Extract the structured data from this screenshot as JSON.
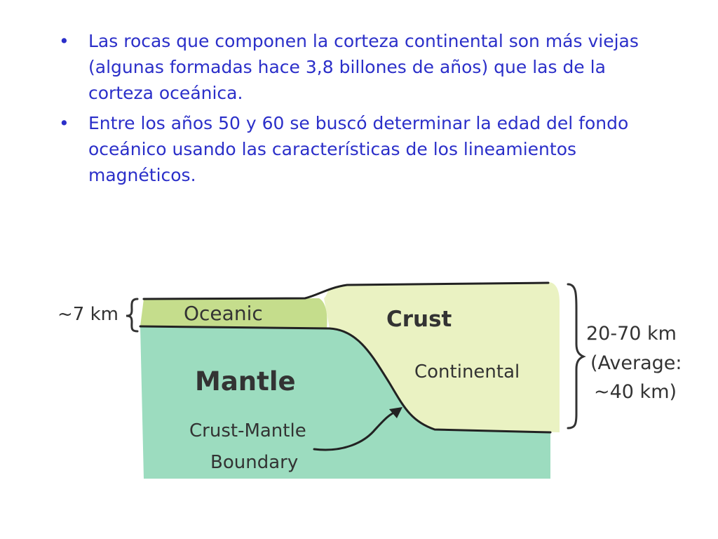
{
  "bullets": [
    "Las rocas que componen la corteza continental son más viejas (algunas formadas hace 3,8 billones de años) que las de la corteza oceánica.",
    "Entre los años 50 y 60 se buscó determinar la edad del fondo oceánico usando las características de los lineamientos magnéticos."
  ],
  "diagram": {
    "oceanic_thickness": "~7 km",
    "oceanic_label": "Oceanic",
    "crust_label": "Crust",
    "continental_label": "Continental",
    "mantle_label": "Mantle",
    "boundary_label_line1": "Crust-Mantle",
    "boundary_label_line2": "Boundary",
    "continental_thickness_line1": "20-70 km",
    "continental_thickness_line2": "(Average:",
    "continental_thickness_line3": "~40 km)",
    "colors": {
      "text": "#2b2fc9",
      "oceanic_crust": "#c5dd8c",
      "continental_crust": "#eaf2c2",
      "mantle": "#9cdcbf",
      "outline": "#222222"
    }
  }
}
